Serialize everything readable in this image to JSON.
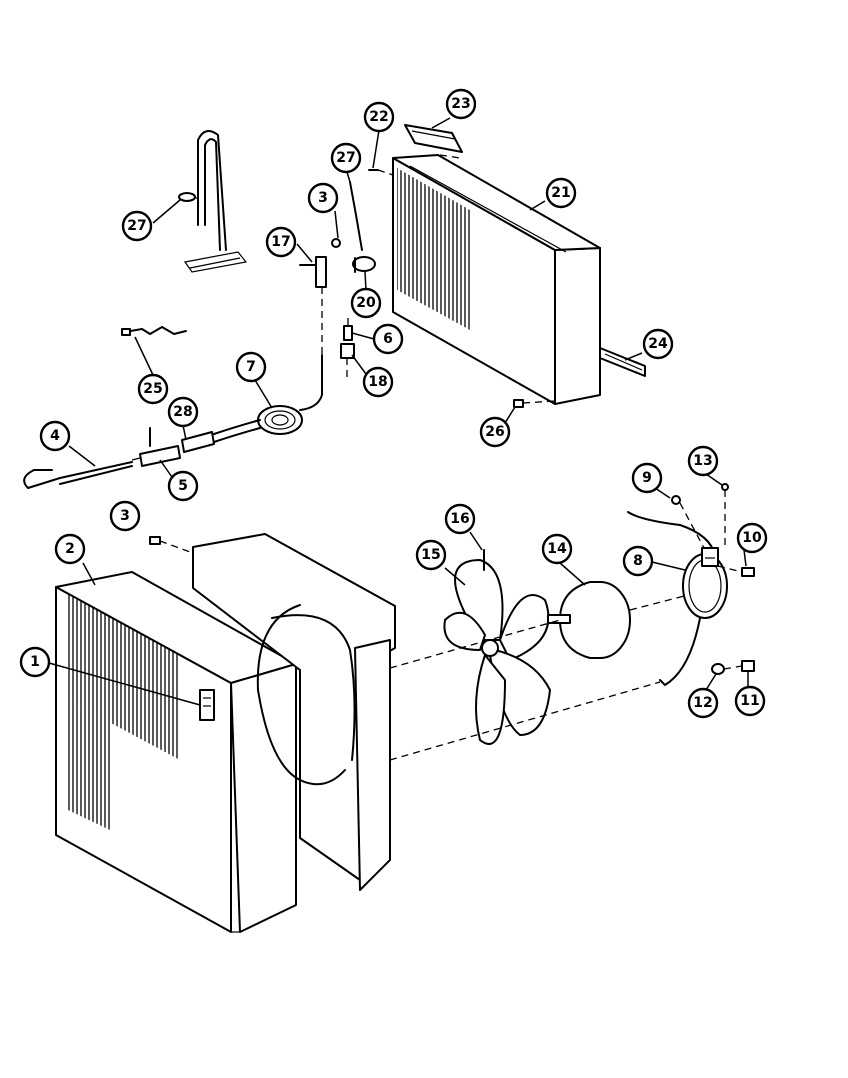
{
  "callouts": [
    {
      "id": "1",
      "label": "1"
    },
    {
      "id": "2",
      "label": "2"
    },
    {
      "id": "3a",
      "label": "3"
    },
    {
      "id": "3b",
      "label": "3"
    },
    {
      "id": "4",
      "label": "4"
    },
    {
      "id": "5",
      "label": "5"
    },
    {
      "id": "6",
      "label": "6"
    },
    {
      "id": "7",
      "label": "7"
    },
    {
      "id": "8",
      "label": "8"
    },
    {
      "id": "9",
      "label": "9"
    },
    {
      "id": "10",
      "label": "10"
    },
    {
      "id": "11",
      "label": "11"
    },
    {
      "id": "12",
      "label": "12"
    },
    {
      "id": "13",
      "label": "13"
    },
    {
      "id": "14",
      "label": "14"
    },
    {
      "id": "15",
      "label": "15"
    },
    {
      "id": "16",
      "label": "16"
    },
    {
      "id": "17",
      "label": "17"
    },
    {
      "id": "18",
      "label": "18"
    },
    {
      "id": "20",
      "label": "20"
    },
    {
      "id": "21",
      "label": "21"
    },
    {
      "id": "22",
      "label": "22"
    },
    {
      "id": "23",
      "label": "23"
    },
    {
      "id": "24",
      "label": "24"
    },
    {
      "id": "25",
      "label": "25"
    },
    {
      "id": "26",
      "label": "26"
    },
    {
      "id": "27a",
      "label": "27"
    },
    {
      "id": "27b",
      "label": "27"
    },
    {
      "id": "28",
      "label": "28"
    }
  ]
}
